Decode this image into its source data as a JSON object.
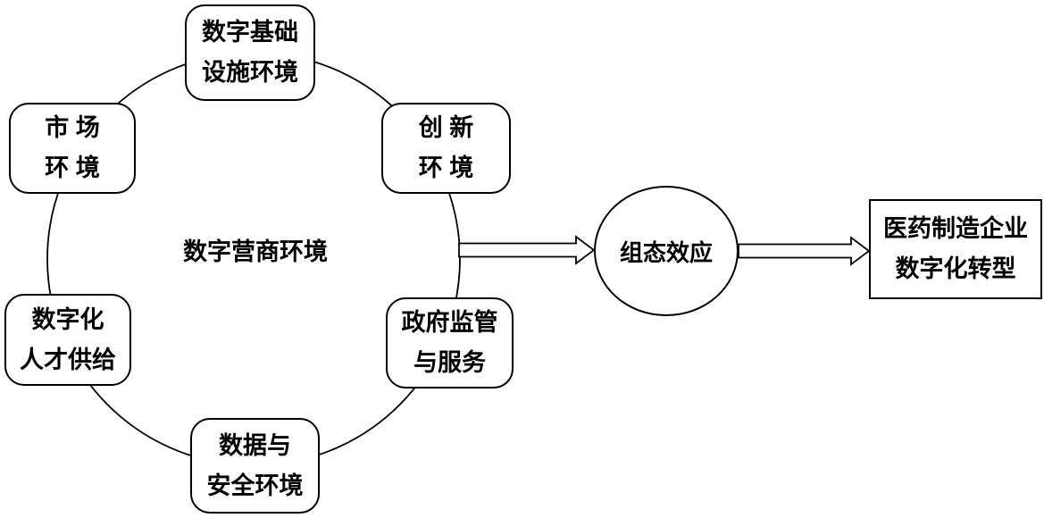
{
  "diagram": {
    "center_label": "数字营商环境",
    "circle_nodes": {
      "top": {
        "line1": "数字基础",
        "line2": "设施环境"
      },
      "upper_left": {
        "line1": "市 场",
        "line2": "环 境"
      },
      "upper_right": {
        "line1": "创 新",
        "line2": "环 境"
      },
      "lower_left": {
        "line1": "数字化",
        "line2": "人才供给"
      },
      "lower_right": {
        "line1": "政府监管",
        "line2": "与服务"
      },
      "bottom": {
        "line1": "数据与",
        "line2": "安全环境"
      }
    },
    "effect_node_label": "组态效应",
    "outcome_node": {
      "line1": "医药制造企业",
      "line2": "数字化转型"
    },
    "colors": {
      "stroke": "#000000",
      "background": "#ffffff"
    }
  }
}
